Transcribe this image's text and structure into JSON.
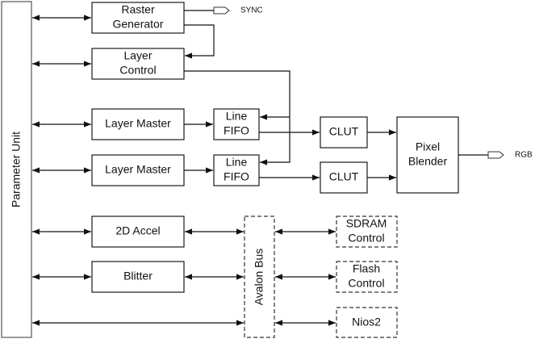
{
  "diagram": {
    "type": "block-diagram",
    "blocks": {
      "parameter_unit": "Parameter Unit",
      "raster_generator": [
        "Raster",
        "Generator"
      ],
      "layer_control": [
        "Layer",
        "Control"
      ],
      "layer_master_1": "Layer Master",
      "layer_master_2": "Layer Master",
      "line_fifo_1": [
        "Line",
        "FIFO"
      ],
      "line_fifo_2": [
        "Line",
        "FIFO"
      ],
      "clut_1": "CLUT",
      "clut_2": "CLUT",
      "pixel_blender": [
        "Pixel",
        "Blender"
      ],
      "accel_2d": "2D Accel",
      "blitter": "Blitter",
      "avalon_bus": "Avalon Bus",
      "sdram_control": [
        "SDRAM",
        "Control"
      ],
      "flash_control": [
        "Flash",
        "Control"
      ],
      "nios2": "Nios2"
    },
    "ports": {
      "sync": "SYNC",
      "rgb": "RGB"
    },
    "connections": [
      {
        "from": "Parameter Unit",
        "to": "Raster Generator",
        "bidirectional": true
      },
      {
        "from": "Parameter Unit",
        "to": "Layer Control",
        "bidirectional": true
      },
      {
        "from": "Parameter Unit",
        "to": "Layer Master 1",
        "bidirectional": true
      },
      {
        "from": "Parameter Unit",
        "to": "Layer Master 2",
        "bidirectional": true
      },
      {
        "from": "Parameter Unit",
        "to": "2D Accel",
        "bidirectional": true
      },
      {
        "from": "Parameter Unit",
        "to": "Blitter",
        "bidirectional": true
      },
      {
        "from": "Parameter Unit",
        "to": "Avalon Bus",
        "bidirectional": true
      },
      {
        "from": "Raster Generator",
        "to": "SYNC"
      },
      {
        "from": "Raster Generator",
        "to": "Layer Control"
      },
      {
        "from": "Layer Control",
        "to": "Line FIFO 1"
      },
      {
        "from": "Layer Control",
        "to": "Line FIFO 2"
      },
      {
        "from": "Layer Master 1",
        "to": "Line FIFO 1"
      },
      {
        "from": "Layer Master 2",
        "to": "Line FIFO 2"
      },
      {
        "from": "Line FIFO 1",
        "to": "CLUT 1"
      },
      {
        "from": "Line FIFO 2",
        "to": "CLUT 2"
      },
      {
        "from": "CLUT 1",
        "to": "Pixel Blender"
      },
      {
        "from": "CLUT 2",
        "to": "Pixel Blender"
      },
      {
        "from": "Pixel Blender",
        "to": "RGB"
      },
      {
        "from": "2D Accel",
        "to": "Avalon Bus",
        "bidirectional": true
      },
      {
        "from": "Blitter",
        "to": "Avalon Bus",
        "bidirectional": true
      },
      {
        "from": "Avalon Bus",
        "to": "SDRAM Control",
        "bidirectional": true
      },
      {
        "from": "Avalon Bus",
        "to": "Flash Control",
        "bidirectional": true
      },
      {
        "from": "Avalon Bus",
        "to": "Nios2",
        "bidirectional": true
      }
    ]
  }
}
